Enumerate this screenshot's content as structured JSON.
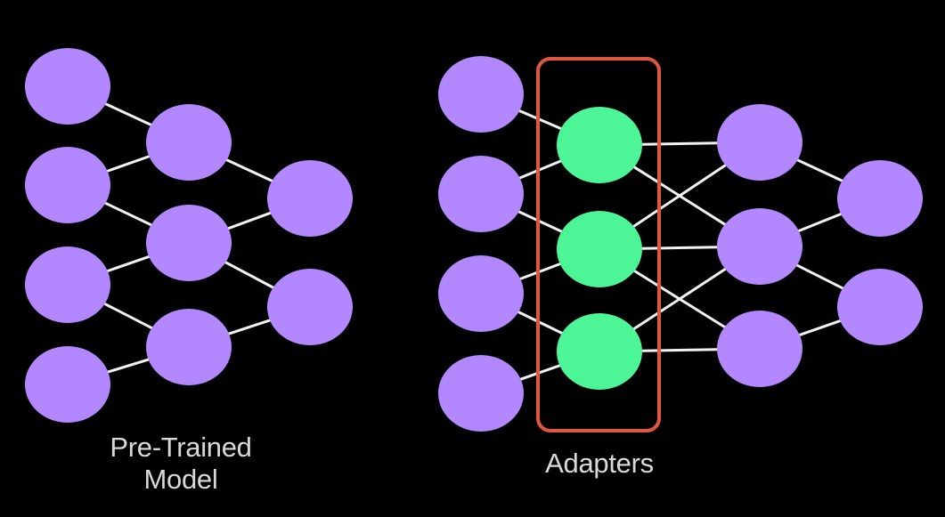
{
  "colors": {
    "background": "#000000",
    "base_node": "#b388ff",
    "adapter_node": "#4cf595",
    "edge": "#f2f2f2",
    "adapter_box": "#e0573f",
    "caption": "#d9d9d9"
  },
  "pretrained": {
    "caption_line1": "Pre-Trained",
    "caption_line2": "Model",
    "layers": [
      4,
      3,
      2
    ]
  },
  "adapters": {
    "caption": "Adapters",
    "layers": [
      4,
      3,
      3,
      2
    ],
    "adapter_layer_index": 1
  }
}
